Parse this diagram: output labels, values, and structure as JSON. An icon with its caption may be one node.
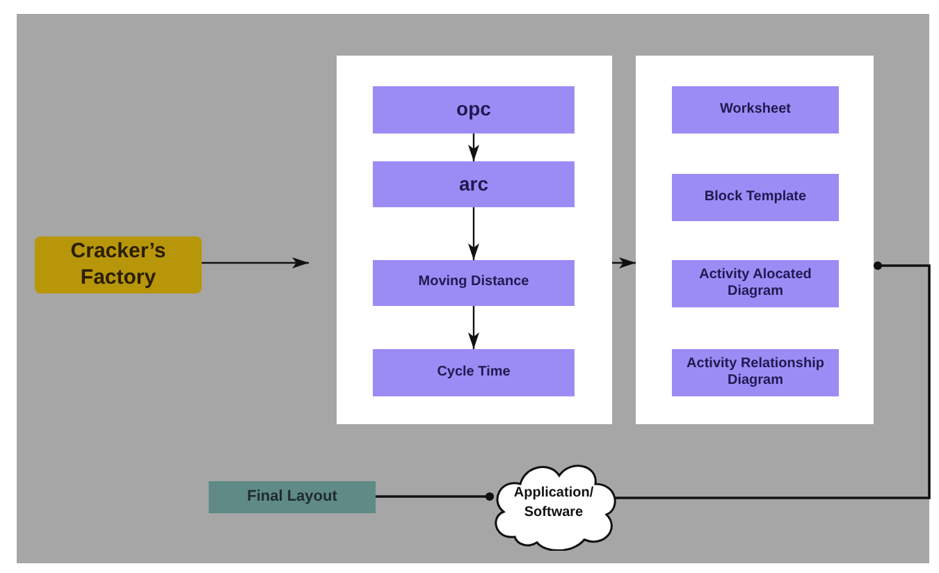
{
  "diagram": {
    "nodes": [
      {
        "text": [
          "Cracker’s Factory"
        ]
      },
      {
        "text": [],
        "shape": "box"
      },
      {
        "text": [
          "opc"
        ],
        "in": 1
      },
      {
        "text": [
          "arc"
        ],
        "in": 1
      },
      {
        "text": [
          "Moving Distance"
        ],
        "in": 1
      },
      {
        "text": [
          "Cycle Time"
        ],
        "in": 1
      },
      {
        "text": [],
        "shape": "box"
      },
      {
        "text": [
          "Worksheet"
        ],
        "in": 6
      },
      {
        "text": [
          "Block Template"
        ],
        "in": 6
      },
      {
        "text": [
          "Activity Alocated Diagram"
        ],
        "in": 6
      },
      {
        "text": [
          "Activity Relationship Diagram"
        ],
        "in": 6
      },
      {
        "text": [
          "Application/ Software"
        ]
      },
      {
        "text": [
          "Final Layout"
        ]
      }
    ],
    "edges": [
      {
        "from": 0,
        "to": 1,
        "arrow": "to"
      },
      {
        "from": 2,
        "to": 3,
        "arrow": "to"
      },
      {
        "from": 3,
        "to": 4,
        "arrow": "to"
      },
      {
        "from": 4,
        "to": 5,
        "arrow": "to"
      },
      {
        "from": 1,
        "to": 6,
        "arrow": "to"
      },
      {
        "from": 6,
        "to": 11,
        "arrow": "other"
      },
      {
        "from": 11,
        "to": 12,
        "arrow": "other"
      }
    ]
  }
}
